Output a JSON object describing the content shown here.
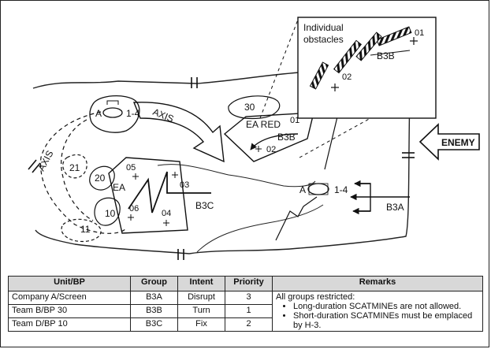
{
  "callout": {
    "line1": "Individual",
    "line2": "obstacles"
  },
  "labels": {
    "axis_upper": "AXIS",
    "axis_left": "AXIS",
    "enemy": "ENEMY",
    "ea_red": "EA RED",
    "ea": "EA",
    "company_a": "A",
    "company_a_size": "1-4",
    "team_a": "A",
    "team_a_size": "1-4",
    "bp_30": "30",
    "bp_21": "21",
    "bp_20": "20",
    "bp_10": "10",
    "bp_11": "11",
    "tp_01": "01",
    "tp_02": "02",
    "tp_03": "03",
    "tp_04": "04",
    "tp_05": "05",
    "tp_06": "06",
    "inset_01": "01",
    "inset_02": "02",
    "b3a": "B3A",
    "b3b": "B3B",
    "b3b_inset": "B3B",
    "b3c": "B3C"
  },
  "table": {
    "headers": {
      "unit": "Unit/BP",
      "group": "Group",
      "intent": "Intent",
      "priority": "Priority",
      "remarks": "Remarks"
    },
    "rows": [
      {
        "unit": "Company A/Screen",
        "group": "B3A",
        "intent": "Disrupt",
        "priority": "3"
      },
      {
        "unit": "Team B/BP 30",
        "group": "B3B",
        "intent": "Turn",
        "priority": "1"
      },
      {
        "unit": "Team D/BP 10",
        "group": "B3C",
        "intent": "Fix",
        "priority": "2"
      }
    ],
    "remarks_intro": "All groups restricted:",
    "remarks_bullets": [
      "Long-duration SCATMINEs are not allowed.",
      "Short-duration SCATMINEs must be emplaced by H-3."
    ]
  }
}
